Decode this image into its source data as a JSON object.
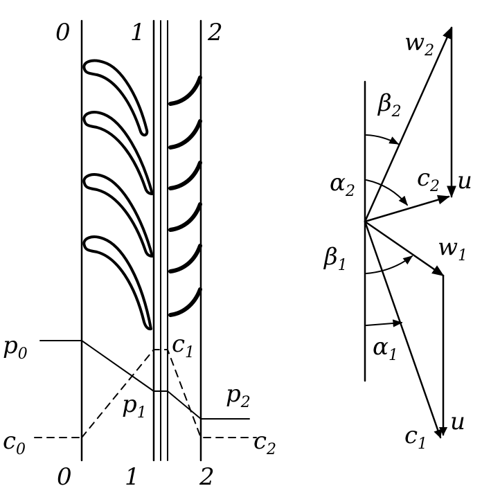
{
  "stations": {
    "top": [
      "0",
      "1",
      "2"
    ],
    "bottom": [
      "0",
      "1",
      "2"
    ]
  },
  "left_diagram": {
    "pressure_labels": {
      "p0": "p",
      "p0_sub": "0",
      "p1": "p",
      "p1_sub": "1",
      "p2": "p",
      "p2_sub": "2"
    },
    "velocity_labels": {
      "c0": "c",
      "c0_sub": "0",
      "c1": "c",
      "c1_sub": "1",
      "c2": "c",
      "c2_sub": "2"
    },
    "nozzle_blade_count": 4,
    "rotor_blade_count": 6
  },
  "velocity_triangles": {
    "vectors": {
      "w2": "w",
      "w2_sub": "2",
      "c2": "c",
      "c2_sub": "2",
      "u_top": "u",
      "w1": "w",
      "w1_sub": "1",
      "c1": "c",
      "c1_sub": "1",
      "u_bottom": "u"
    },
    "angles": {
      "beta2": "β",
      "beta2_sub": "2",
      "alpha2": "α",
      "alpha2_sub": "2",
      "beta1": "β",
      "beta1_sub": "1",
      "alpha1": "α",
      "alpha1_sub": "1"
    }
  }
}
